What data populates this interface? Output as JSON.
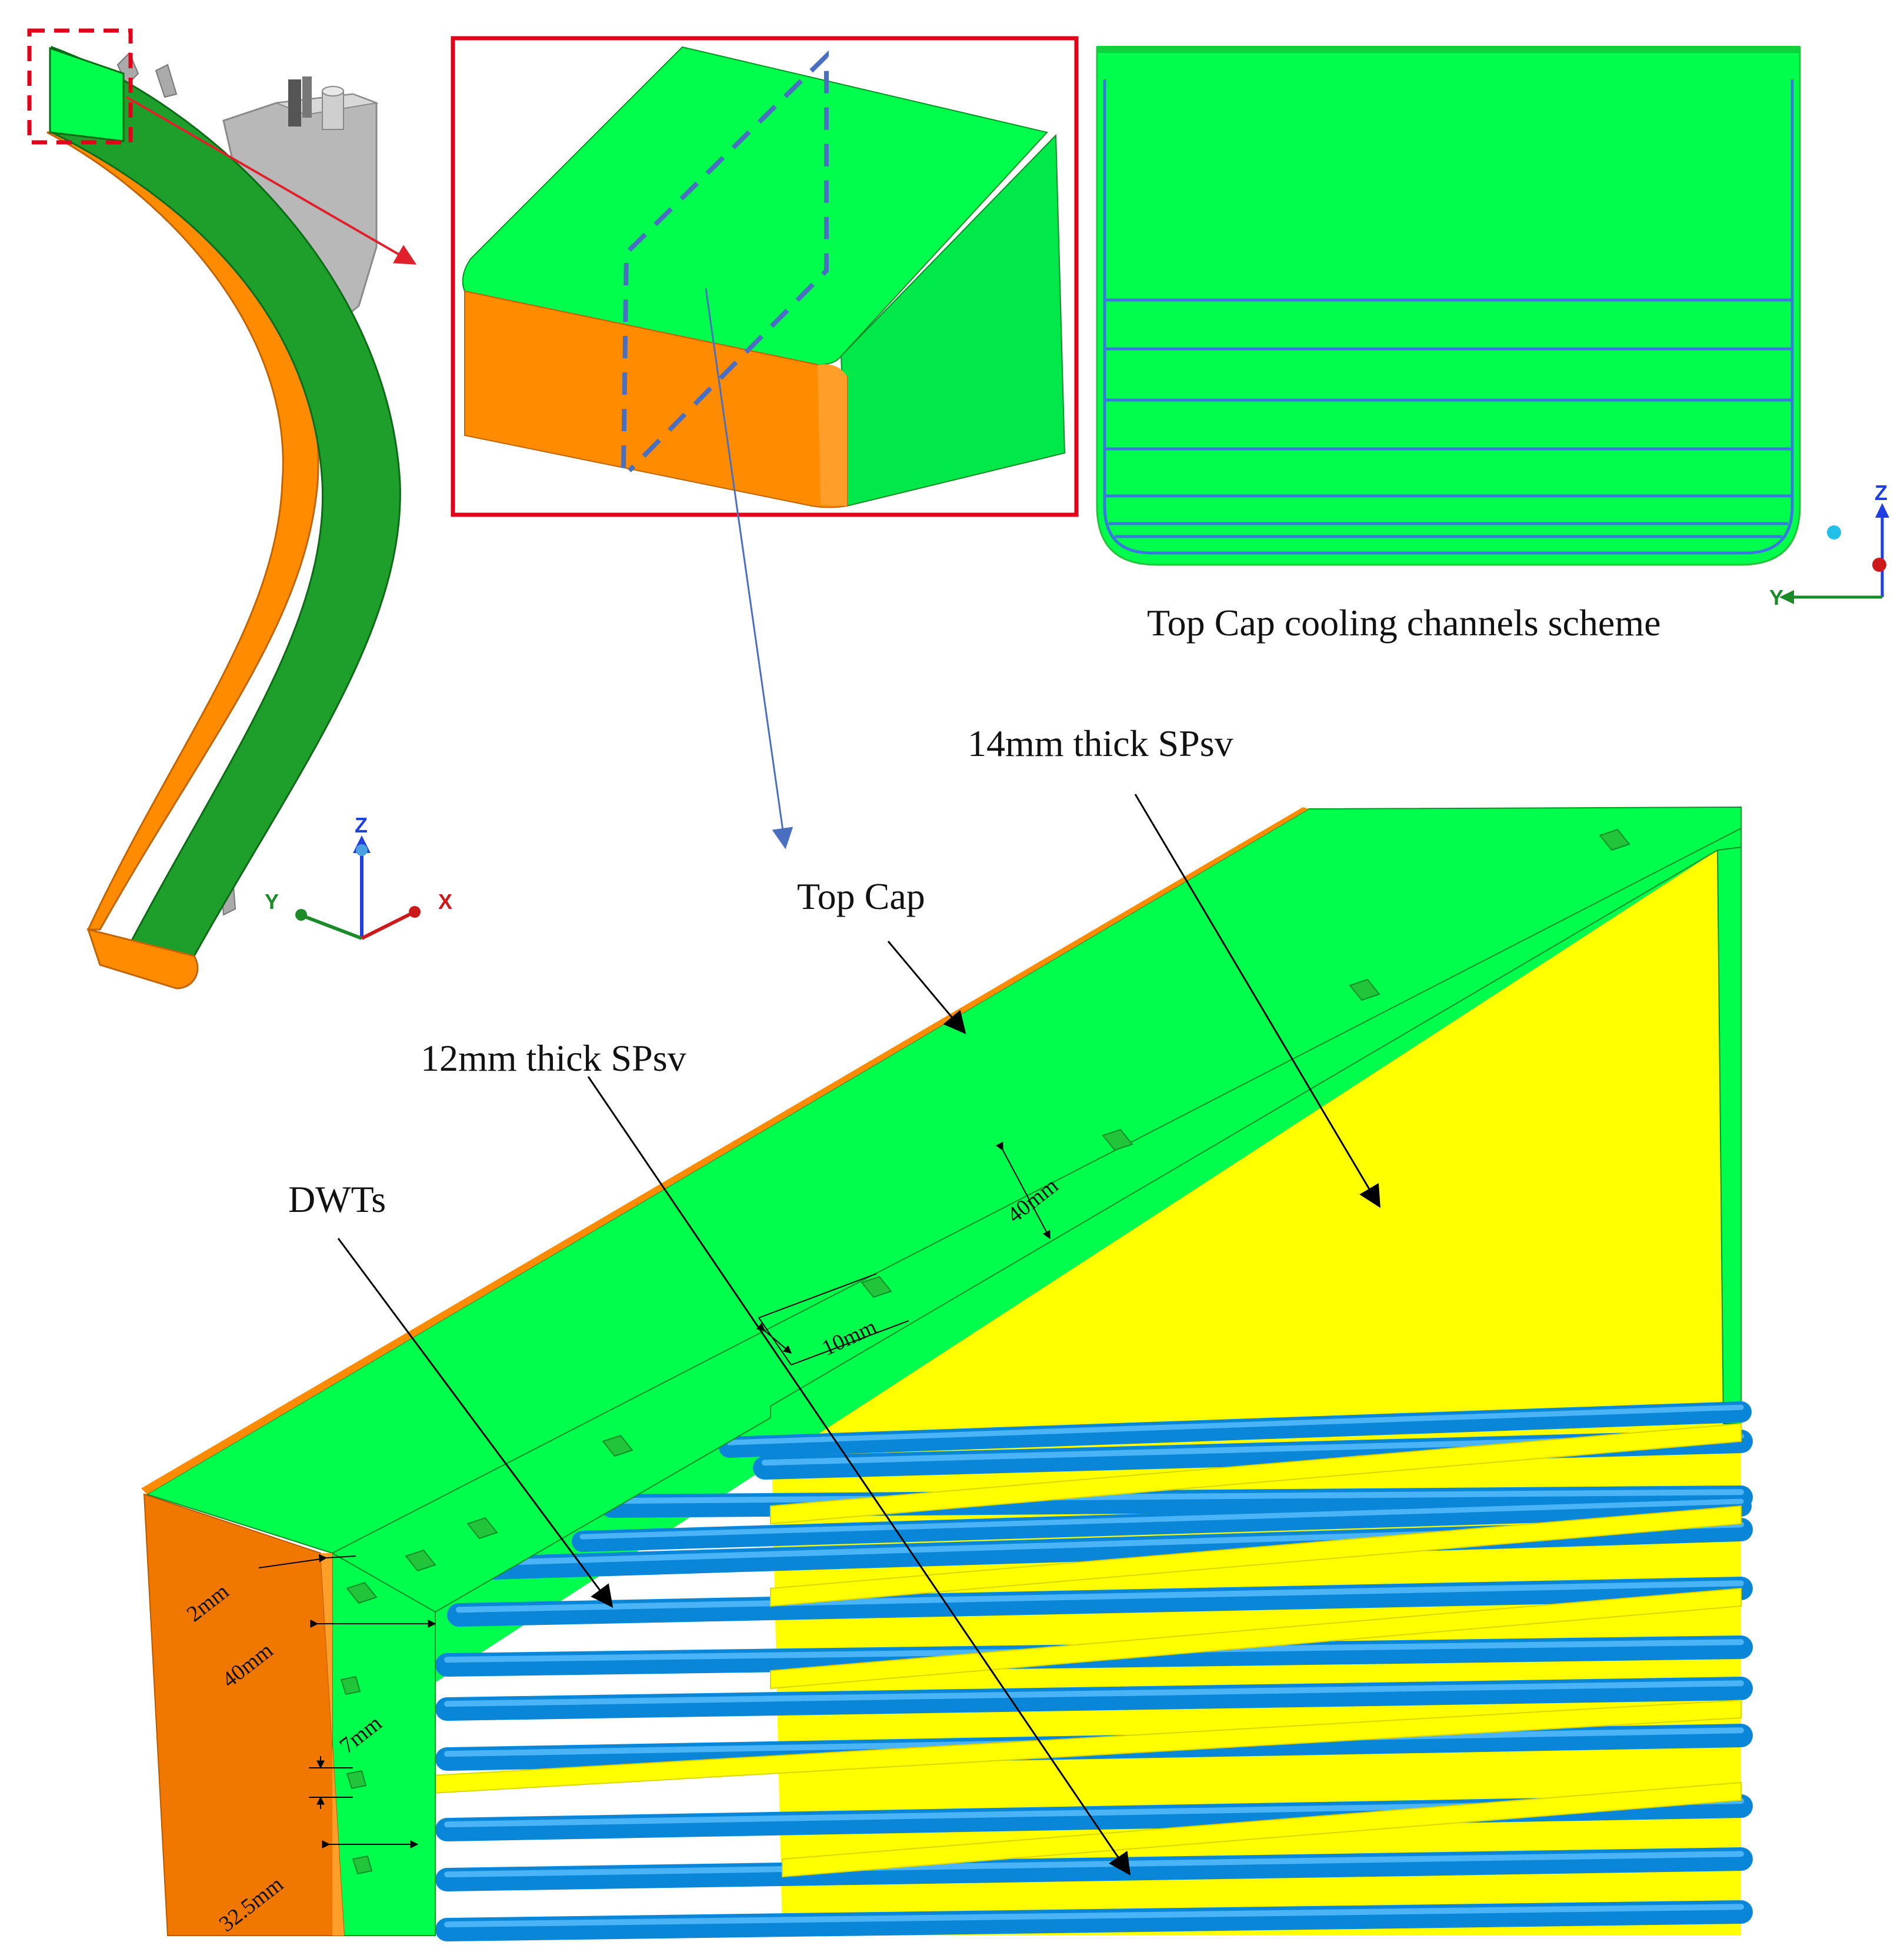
{
  "labels": {
    "scheme": "Top Cap cooling channels scheme",
    "sp14": "14mm thick SPsv",
    "topcap": "Top Cap",
    "sp12": "12mm thick SPsv",
    "dwts": "DWTs"
  },
  "dimensions": {
    "d40_top": "40mm",
    "d10": "10mm",
    "d2": "2mm",
    "d40_side": "40mm",
    "d7": "7mm",
    "d32_5": "32.5mm"
  },
  "axes": {
    "left": {
      "z": "Z",
      "y": "Y",
      "x": "X"
    },
    "right": {
      "z": "Z",
      "y": "Y"
    }
  },
  "colors": {
    "green": "#00ff4c",
    "dark_green": "#1e9e2a",
    "orange": "#ff8c00",
    "dark_orange": "#f07800",
    "yellow": "#ffff00",
    "pipe_blue": "#0a86d8",
    "channel_blue": "#3a78e0",
    "highlight_red": "#e3001b",
    "arrow_red": "#e0202a",
    "dash_blue": "#4a6fc0",
    "grey": "#b8b8b8"
  }
}
